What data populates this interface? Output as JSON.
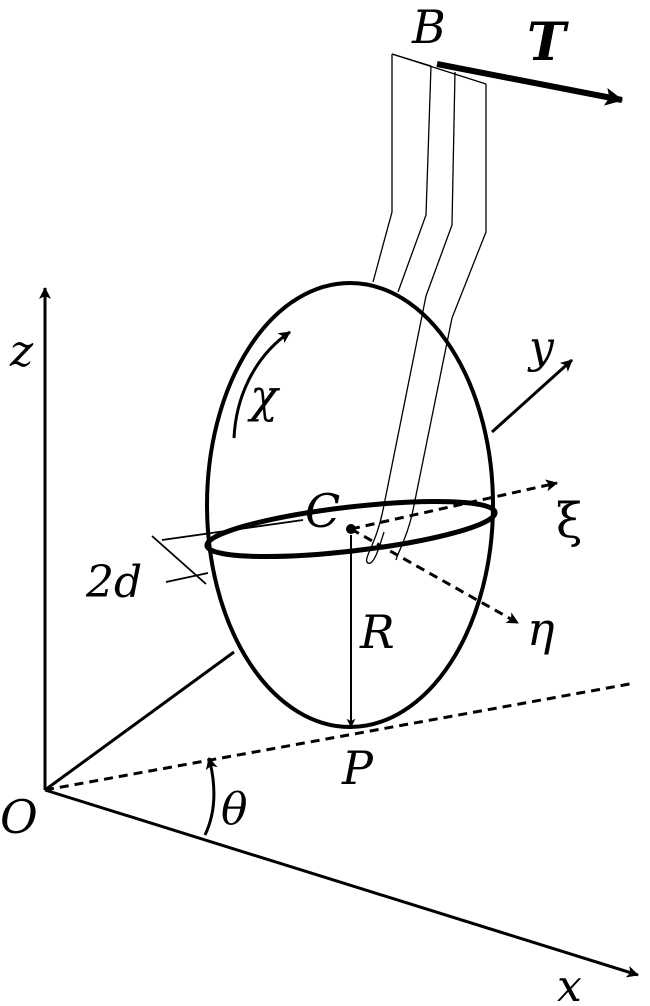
{
  "labels": {
    "origin": "O",
    "x_axis": "x",
    "y_axis": "y",
    "z_axis": "z",
    "center": "C",
    "contact_point": "P",
    "attachment_point": "B",
    "tension": "T",
    "radius": "R",
    "thickness": "2d",
    "xi_axis": "ξ",
    "eta_axis": "η",
    "spin_angle": "χ",
    "tilt_angle": "θ"
  },
  "colors": {
    "stroke": "#000000",
    "background": "#ffffff"
  }
}
